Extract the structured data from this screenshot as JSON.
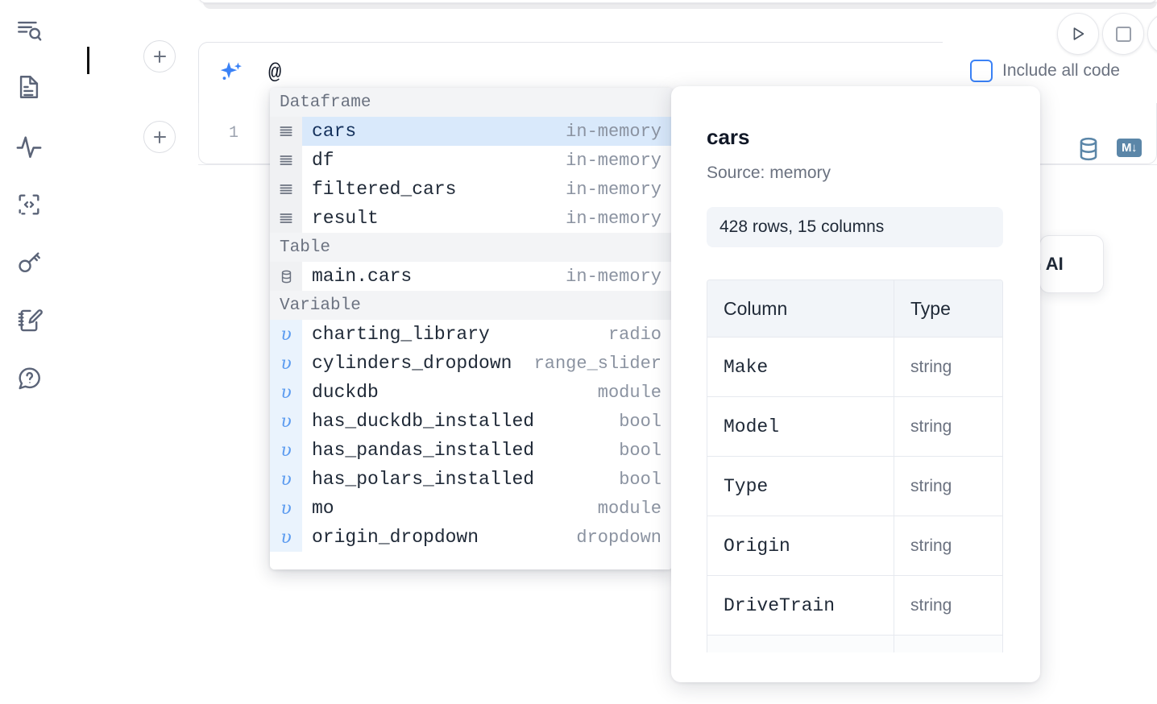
{
  "sidebar": {
    "items": [
      {
        "name": "outline-search-icon",
        "label": "Outline / Search"
      },
      {
        "name": "file-explorer-icon",
        "label": "File explorer"
      },
      {
        "name": "activity-icon",
        "label": "Activity"
      },
      {
        "name": "snippets-code-icon",
        "label": "Snippets"
      },
      {
        "name": "secrets-key-icon",
        "label": "Secrets"
      },
      {
        "name": "scratchpad-edit-icon",
        "label": "Scratchpad"
      },
      {
        "name": "help-chat-icon",
        "label": "Help"
      }
    ]
  },
  "toolbar": {
    "run_label": "Run",
    "stop_label": "Stop",
    "include_all_code_label": "Include all code",
    "include_all_code_checked": false,
    "database_icon_label": "SQL cell",
    "markdown_badge_label": "M↓"
  },
  "cell": {
    "add_button_label": "+",
    "line_number": "1",
    "ai_prompt_value": "@",
    "ai_icon_label": "sparkles"
  },
  "side_card": {
    "text": "h AI"
  },
  "autocomplete": {
    "groups": [
      {
        "label": "Dataframe",
        "icon": "rows-icon",
        "items": [
          {
            "name": "cars",
            "type": "in-memory",
            "selected": true
          },
          {
            "name": "df",
            "type": "in-memory",
            "selected": false
          },
          {
            "name": "filtered_cars",
            "type": "in-memory",
            "selected": false
          },
          {
            "name": "result",
            "type": "in-memory",
            "selected": false
          }
        ]
      },
      {
        "label": "Table",
        "icon": "database-icon",
        "items": [
          {
            "name": "main.cars",
            "type": "in-memory",
            "selected": false
          }
        ]
      },
      {
        "label": "Variable",
        "icon": "variable-icon",
        "items": [
          {
            "name": "charting_library",
            "type": "radio",
            "selected": false
          },
          {
            "name": "cylinders_dropdown",
            "type": "range_slider",
            "selected": false
          },
          {
            "name": "duckdb",
            "type": "module",
            "selected": false
          },
          {
            "name": "has_duckdb_installed",
            "type": "bool",
            "selected": false
          },
          {
            "name": "has_pandas_installed",
            "type": "bool",
            "selected": false
          },
          {
            "name": "has_polars_installed",
            "type": "bool",
            "selected": false
          },
          {
            "name": "mo",
            "type": "module",
            "selected": false
          },
          {
            "name": "origin_dropdown",
            "type": "dropdown",
            "selected": false
          }
        ]
      }
    ]
  },
  "doc_panel": {
    "title": "cars",
    "source": "Source: memory",
    "shape": "428 rows, 15 columns",
    "table": {
      "headers": [
        "Column",
        "Type"
      ],
      "rows": [
        {
          "column": "Make",
          "type": "string"
        },
        {
          "column": "Model",
          "type": "string"
        },
        {
          "column": "Type",
          "type": "string"
        },
        {
          "column": "Origin",
          "type": "string"
        },
        {
          "column": "DriveTrain",
          "type": "string"
        }
      ]
    }
  },
  "colors": {
    "accent_blue": "#3b82f6",
    "selection_blue": "#d9e9fb",
    "variable_glyph": "#5b9bf0",
    "db_icon": "#5b86a8",
    "muted_text": "#6b7280"
  }
}
